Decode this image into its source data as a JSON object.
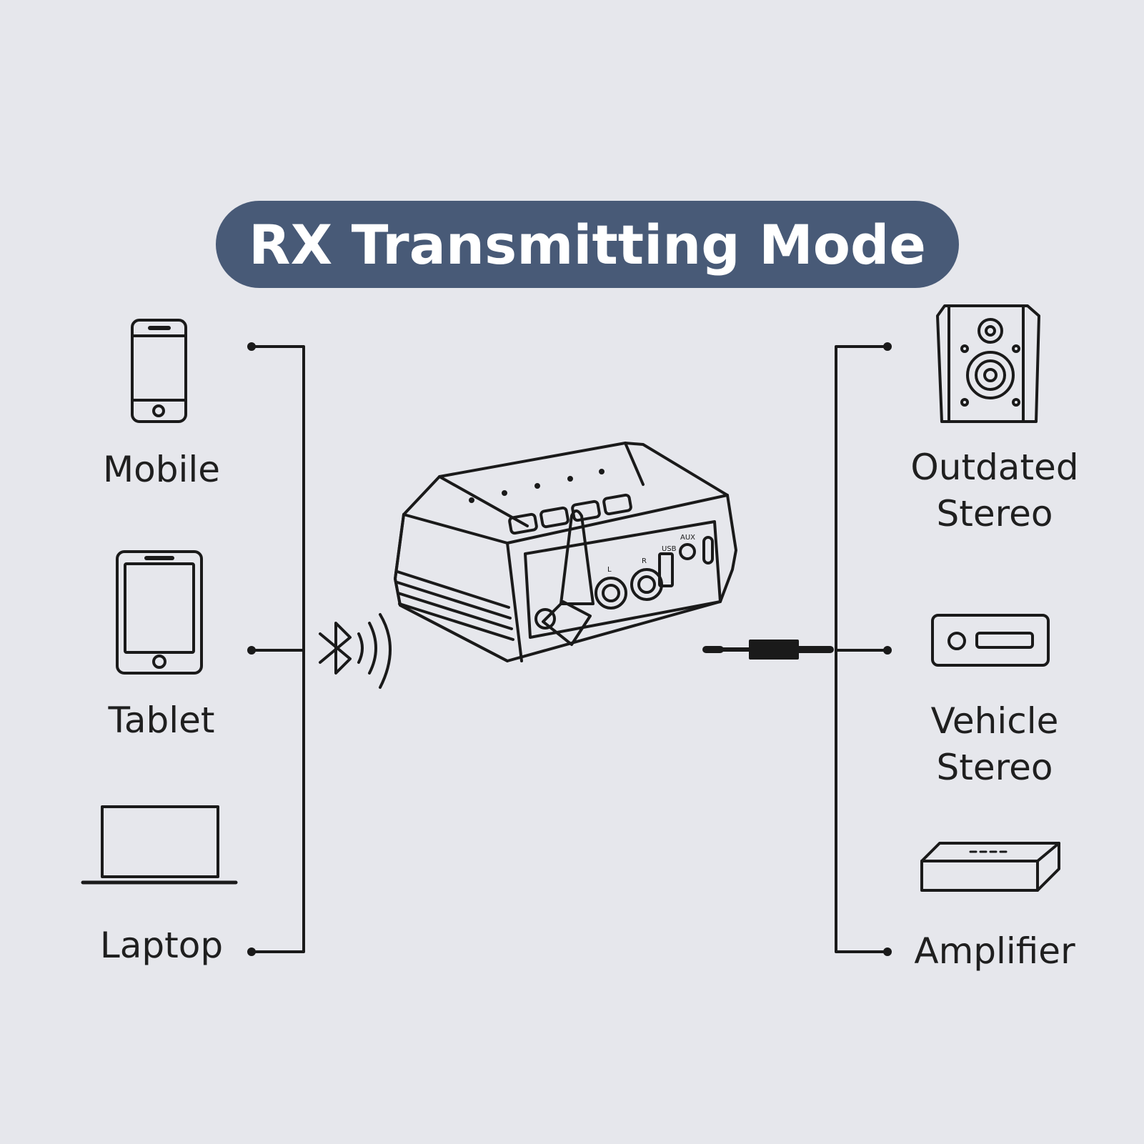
{
  "title": "RX Transmitting Mode",
  "colors": {
    "background": "#e6e7ec",
    "title_pill": "#485a77",
    "title_text": "#ffffff",
    "line": "#1a1a1a"
  },
  "sources": [
    {
      "label": "Mobile",
      "icon": "mobile-phone-icon"
    },
    {
      "label": "Tablet",
      "icon": "tablet-icon"
    },
    {
      "label": "Laptop",
      "icon": "laptop-icon"
    }
  ],
  "outputs": [
    {
      "label_line1": "Outdated",
      "label_line2": "Stereo",
      "icon": "speaker-icon"
    },
    {
      "label_line1": "Vehicle",
      "label_line2": "Stereo",
      "icon": "car-stereo-icon"
    },
    {
      "label": "Amplifier",
      "icon": "amplifier-icon"
    }
  ],
  "center": {
    "device_icon": "bluetooth-transceiver-icon",
    "wireless_icon": "bluetooth-signal-icon",
    "wired_icon": "aux-cable-icon",
    "port_labels": [
      "USB",
      "AUX",
      "L",
      "R"
    ]
  }
}
